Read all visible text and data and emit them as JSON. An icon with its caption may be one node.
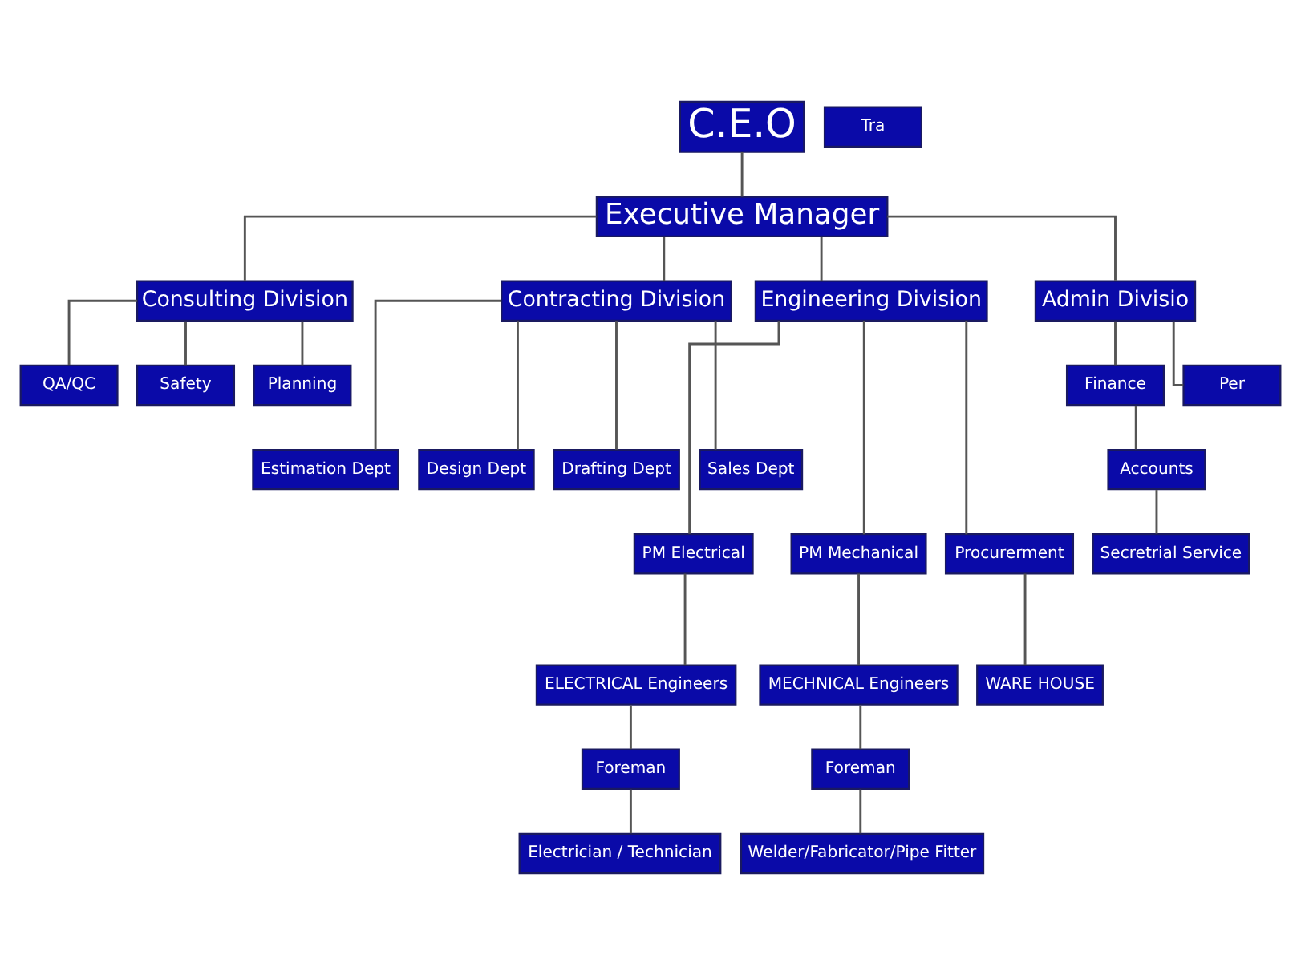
{
  "diagram": {
    "nodes": [
      {
        "text": [
          "C.E.O"
        ]
      },
      {
        "text": [
          "Executive Manager"
        ]
      },
      {
        "text": [
          "Consulting Division"
        ]
      },
      {
        "text": [
          "Contracting Division"
        ]
      },
      {
        "text": [
          "Engineering Division"
        ]
      },
      {
        "text": [
          "Admin Divisio"
        ]
      },
      {
        "text": [
          "QA/QC"
        ]
      },
      {
        "text": [
          "Safety"
        ]
      },
      {
        "text": [
          "Planning"
        ]
      },
      {
        "text": [
          "Estimation Dept"
        ]
      },
      {
        "text": [
          "Design Dept"
        ]
      },
      {
        "text": [
          "Drafting Dept"
        ]
      },
      {
        "text": [
          "Sales Dept"
        ]
      },
      {
        "text": [
          "PM Electrical"
        ]
      },
      {
        "text": [
          "PM Mechanical"
        ]
      },
      {
        "text": [
          "Procurerment"
        ]
      },
      {
        "text": [
          "ELECTRICAL Engineers"
        ]
      },
      {
        "text": [
          "MECHNICAL Engineers"
        ]
      },
      {
        "text": [
          "WARE HOUSE"
        ]
      },
      {
        "text": [
          "Foreman"
        ]
      },
      {
        "text": [
          "Foreman"
        ]
      },
      {
        "text": [
          "Electrician / Technician"
        ]
      },
      {
        "text": [
          "Welder/Fabricator/Pipe Fitter"
        ]
      },
      {
        "text": [
          "Finance"
        ]
      },
      {
        "text": [
          "Per"
        ]
      },
      {
        "text": [
          "Accounts"
        ]
      },
      {
        "text": [
          "Tra"
        ]
      },
      {
        "text": [
          "Secretrial Service"
        ]
      }
    ],
    "edges": [
      {
        "from": 0,
        "to": 1,
        "arrow": "none"
      },
      {
        "from": 1,
        "to": 2,
        "arrow": "none"
      },
      {
        "from": 1,
        "to": 3,
        "arrow": "none"
      },
      {
        "from": 1,
        "to": 4,
        "arrow": "none"
      },
      {
        "from": 1,
        "to": 5,
        "arrow": "none"
      },
      {
        "from": 2,
        "to": 6,
        "arrow": "none"
      },
      {
        "from": 2,
        "to": 7,
        "arrow": "none"
      },
      {
        "from": 2,
        "to": 8,
        "arrow": "none"
      },
      {
        "from": 3,
        "to": 9,
        "arrow": "none"
      },
      {
        "from": 3,
        "to": 10,
        "arrow": "none"
      },
      {
        "from": 3,
        "to": 11,
        "arrow": "none"
      },
      {
        "from": 3,
        "to": 12,
        "arrow": "none"
      },
      {
        "from": 4,
        "to": 13,
        "arrow": "none"
      },
      {
        "from": 4,
        "to": 14,
        "arrow": "none"
      },
      {
        "from": 4,
        "to": 15,
        "arrow": "none"
      },
      {
        "from": 13,
        "to": 16,
        "arrow": "none"
      },
      {
        "from": 14,
        "to": 17,
        "arrow": "none"
      },
      {
        "from": 15,
        "to": 18,
        "arrow": "none"
      },
      {
        "from": 16,
        "to": 19,
        "arrow": "none"
      },
      {
        "from": 17,
        "to": 20,
        "arrow": "none"
      },
      {
        "from": 19,
        "to": 21,
        "arrow": "none"
      },
      {
        "from": 20,
        "to": 22,
        "arrow": "none"
      },
      {
        "from": 5,
        "to": 23,
        "arrow": "none"
      },
      {
        "from": 5,
        "to": 24,
        "arrow": "none"
      },
      {
        "from": 23,
        "to": 25,
        "arrow": "none"
      },
      {
        "from": 25,
        "to": 27,
        "arrow": "none"
      }
    ]
  }
}
